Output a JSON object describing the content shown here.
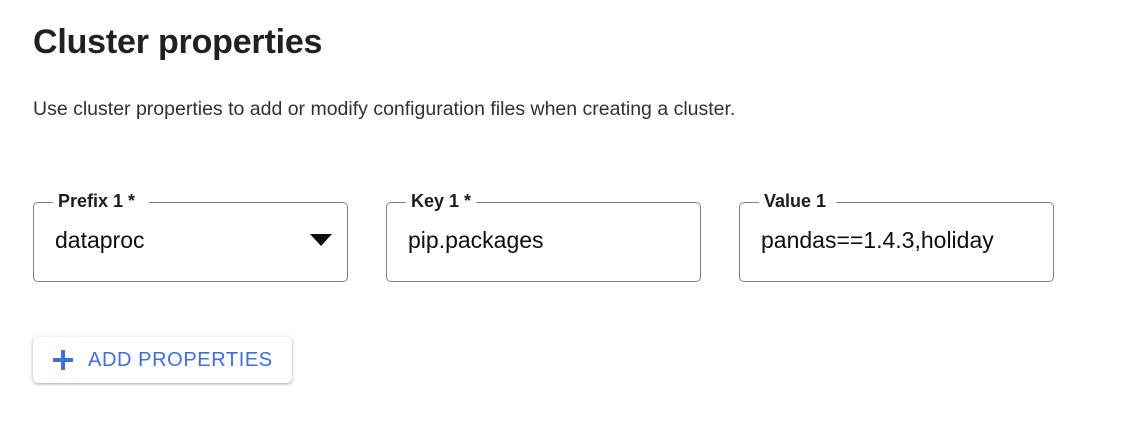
{
  "section": {
    "title": "Cluster properties",
    "description": "Use cluster properties to add or modify configuration files when creating a cluster."
  },
  "form": {
    "fields": [
      {
        "name": "prefix-1",
        "label": "Prefix 1 *",
        "value": "dataproc",
        "type": "select",
        "required": true,
        "clipped": false
      },
      {
        "name": "key-1",
        "label": "Key 1 *",
        "value": "pip.packages",
        "type": "text",
        "required": true,
        "clipped": false
      },
      {
        "name": "value-1",
        "label": "Value 1",
        "value": "pandas==1.4.3,holiday",
        "type": "text",
        "required": false,
        "clipped": true
      }
    ]
  },
  "actions": {
    "add_properties_label": "ADD PROPERTIES",
    "add_properties_icon": "plus-icon"
  },
  "colors": {
    "accent_blue": "#3c6fdb",
    "field_border": "#7e8387",
    "text_primary": "#202124",
    "text_secondary": "#303134",
    "background": "#ffffff"
  }
}
